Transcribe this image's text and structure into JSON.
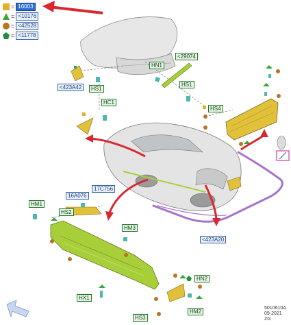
{
  "legend": [
    {
      "shape": "square",
      "color": "#e2b12a",
      "code": "16003",
      "highlight": true
    },
    {
      "shape": "triangle",
      "color": "#3aa63a",
      "code": "<10176",
      "highlight": false
    },
    {
      "shape": "circle",
      "color": "#b87420",
      "code": "<42528",
      "highlight": false
    },
    {
      "shape": "pentagon",
      "color": "#1e8f3a",
      "code": "<11778",
      "highlight": false
    }
  ],
  "labels": {
    "HN1": "HN1",
    "N29074": "<29074",
    "N423A42": "<423A42",
    "HS1a": "HS1",
    "HS1b": "HS1",
    "HC1": "HC1",
    "HS4": "HS4",
    "N16A076": "16A076",
    "N17C756": "17C756",
    "HM1": "HM1",
    "HS2": "HS2",
    "HM3": "HM3",
    "N423A20": "<423A20",
    "HN2": "HN2",
    "HX1": "HX1",
    "HM2": "HM2",
    "HS3": "HS3"
  },
  "reference": {
    "code": "5010610A",
    "date": "09-2021",
    "author": "ZG"
  },
  "colors": {
    "part_yellow": "#e2c13a",
    "part_green": "#a8cf3a",
    "seal_purple": "#a573c8",
    "arrow_red": "#d9272e",
    "tag_green": "#1d7a2a",
    "tag_blue": "#2e5fa8"
  }
}
